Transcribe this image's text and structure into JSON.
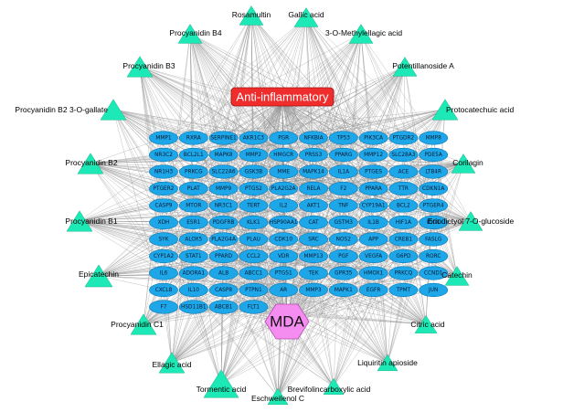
{
  "hub_label": "Anti-inflammatory",
  "mda_label": "MDA",
  "compounds": [
    "Rosamultin",
    "Gallic acid",
    "3-O-Methylellagic acid",
    "Procyanidin B4",
    "Procyanidin B3",
    "Potentillanoside A",
    "Procyanidin B2 3-O-gallate",
    "Protocatechuic acid",
    "Procyanidin B2",
    "Corilagin",
    "Procyanidin B1",
    "Eriodictyol 7-O-glucoside",
    "Epicatechin",
    "Catechin",
    "Procyanidin C1",
    "Citric acid",
    "Ellagic acid",
    "Liquiritin apioside",
    "Tormentic acid",
    "Brevifolincarboxylic acid",
    "Eschweilenol C"
  ],
  "targets": [
    [
      "MMP1",
      "RXRA",
      "SERPINE1",
      "AKR1C3",
      "PGR",
      "NFKBIA",
      "TP53",
      "PIK3CA",
      "PTGDR2",
      "MMP8"
    ],
    [
      "NR3C2",
      "BCL2L1",
      "MAPK8",
      "MMP2",
      "HMGCR",
      "PRSS3",
      "PPARG",
      "MMP12",
      "SLC28A3",
      "PDE5A"
    ],
    [
      "NR1H3",
      "PRKCG",
      "SLC22A6",
      "GSK3B",
      "MME",
      "MAPK14",
      "IL1A",
      "PTGES",
      "ACE",
      "LTB4R"
    ],
    [
      "PTGER2",
      "PLAT",
      "MMP9",
      "PTGS2",
      "PLA2G2A",
      "RELA",
      "F2",
      "PPARA",
      "TTR",
      "CDKN1A"
    ],
    [
      "CASP9",
      "MTOR",
      "NR3C1",
      "TERT",
      "IL2",
      "AKT1",
      "TNF",
      "CYP19A1",
      "BCL2",
      "PTGER4"
    ],
    [
      "XDH",
      "ESR1",
      "PDGFRB",
      "KLK1",
      "HSP90AA1",
      "CAT",
      "GSTM3",
      "IL1B",
      "HIF1A",
      "IDO1"
    ],
    [
      "SYK",
      "ALOX5",
      "PLA2G4A",
      "PLAU",
      "CDK10",
      "SRC",
      "NOS2",
      "APP",
      "CREB1",
      "FASLG"
    ],
    [
      "CYP1A2",
      "STAT1",
      "PPARD",
      "CCL2",
      "VDR",
      "MMP13",
      "PGF",
      "VEGFA",
      "G6PD",
      "RORC"
    ],
    [
      "IL6",
      "ADORA1",
      "ALB",
      "ABCC1",
      "PTGS1",
      "TEK",
      "GPR35",
      "HMOX1",
      "PRKCQ",
      "CCND1"
    ],
    [
      "CXCL8",
      "IL10",
      "CASP8",
      "PTPN1",
      "AR",
      "MMP3",
      "MAPK1",
      "EGFR",
      "TPMT",
      "JUN"
    ],
    [
      "F7",
      "HSD11B1",
      "ABCB1",
      "FLT1"
    ]
  ]
}
